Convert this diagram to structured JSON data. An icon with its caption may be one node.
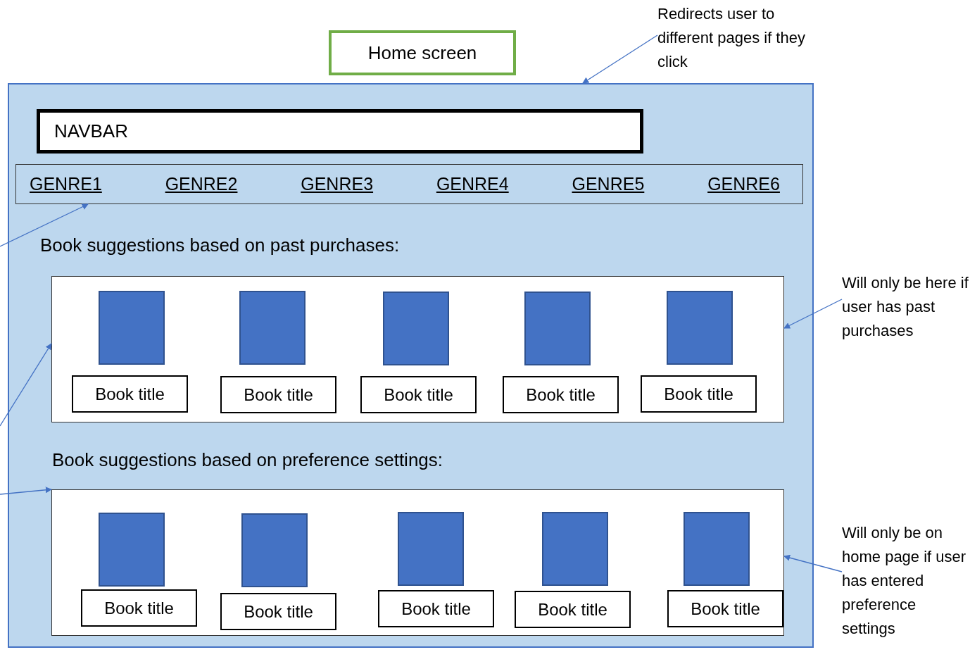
{
  "diagram": {
    "nodes": [
      {
        "text": [
          "Home screen"
        ]
      },
      {
        "text": [
          "Redirects user to different pages if they click"
        ]
      },
      {
        "text": [],
        "shape": "box"
      },
      {
        "text": [
          "NAVBAR"
        ],
        "in": 2
      },
      {
        "text": [
          "GENRE1",
          "GENRE2",
          "GENRE3",
          "GENRE4",
          "GENRE5",
          "GENRE6"
        ],
        "in": 2
      },
      {
        "text": [],
        "shape": "box",
        "in": 2
      },
      {
        "text": [
          "Book title"
        ],
        "in": 5
      },
      {
        "text": [
          "Book title"
        ],
        "in": 5
      },
      {
        "text": [
          "Book title"
        ],
        "in": 5
      },
      {
        "text": [
          "Book title"
        ],
        "in": 5
      },
      {
        "text": [
          "Book title"
        ],
        "in": 5
      },
      {
        "text": [],
        "shape": "box",
        "in": 2
      },
      {
        "text": [
          "Book title"
        ],
        "in": 11
      },
      {
        "text": [
          "Book title"
        ],
        "in": 11
      },
      {
        "text": [
          "Book title"
        ],
        "in": 11
      },
      {
        "text": [
          "Book title"
        ],
        "in": 11
      },
      {
        "text": [
          "Book title"
        ],
        "in": 11
      },
      {
        "text": [
          "Will only be here if user has past purchases"
        ]
      },
      {
        "text": [
          "Will only be on home page if user has entered preference settings"
        ]
      }
    ],
    "edges": [
      {
        "from": 1,
        "to": 2,
        "arrow": "to"
      },
      {
        "from": null,
        "to": 4,
        "arrow": "to"
      },
      {
        "from": null,
        "to": 5,
        "arrow": "to"
      },
      {
        "from": null,
        "to": 11,
        "arrow": "to"
      },
      {
        "from": 17,
        "to": 5,
        "arrow": "to"
      },
      {
        "from": 18,
        "to": 11,
        "arrow": "to"
      }
    ],
    "labels": [
      "Book suggestions based on past purchases:",
      "Book suggestions based on preference settings:"
    ]
  }
}
